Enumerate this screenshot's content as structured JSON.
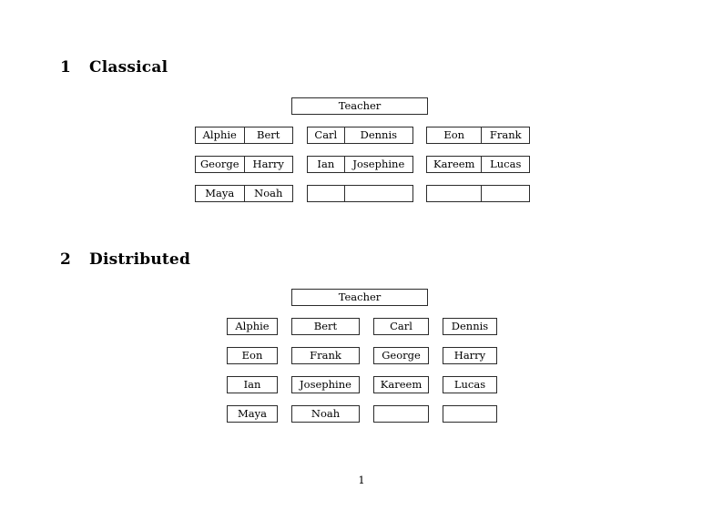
{
  "document": {
    "page_number": "1"
  },
  "sections": [
    {
      "number": "1",
      "title": "Classical",
      "root": {
        "label": "Teacher"
      },
      "layout": "grouped-pairs",
      "groups": [
        {
          "rows": [
            {
              "cells": [
                "Alphie",
                "Bert"
              ]
            },
            {
              "cells": [
                "George",
                "Harry"
              ]
            },
            {
              "cells": [
                "Maya",
                "Noah"
              ]
            }
          ]
        },
        {
          "rows": [
            {
              "cells": [
                "Carl",
                "Dennis"
              ]
            },
            {
              "cells": [
                "Ian",
                "Josephine"
              ]
            },
            {
              "cells": [
                "",
                ""
              ]
            }
          ]
        },
        {
          "rows": [
            {
              "cells": [
                "Eon",
                "Frank"
              ]
            },
            {
              "cells": [
                "Kareem",
                "Lucas"
              ]
            },
            {
              "cells": [
                "",
                ""
              ]
            }
          ]
        }
      ]
    },
    {
      "number": "2",
      "title": "Distributed",
      "root": {
        "label": "Teacher"
      },
      "layout": "single-boxes",
      "rows": [
        {
          "cells": [
            "Alphie",
            "Bert",
            "Carl",
            "Dennis"
          ]
        },
        {
          "cells": [
            "Eon",
            "Frank",
            "George",
            "Harry"
          ]
        },
        {
          "cells": [
            "Ian",
            "Josephine",
            "Kareem",
            "Lucas"
          ]
        },
        {
          "cells": [
            "Maya",
            "Noah",
            "",
            ""
          ]
        }
      ]
    }
  ],
  "style": {
    "border_color": "#2b2b2b",
    "background": "#ffffff",
    "text_color": "#000000"
  }
}
